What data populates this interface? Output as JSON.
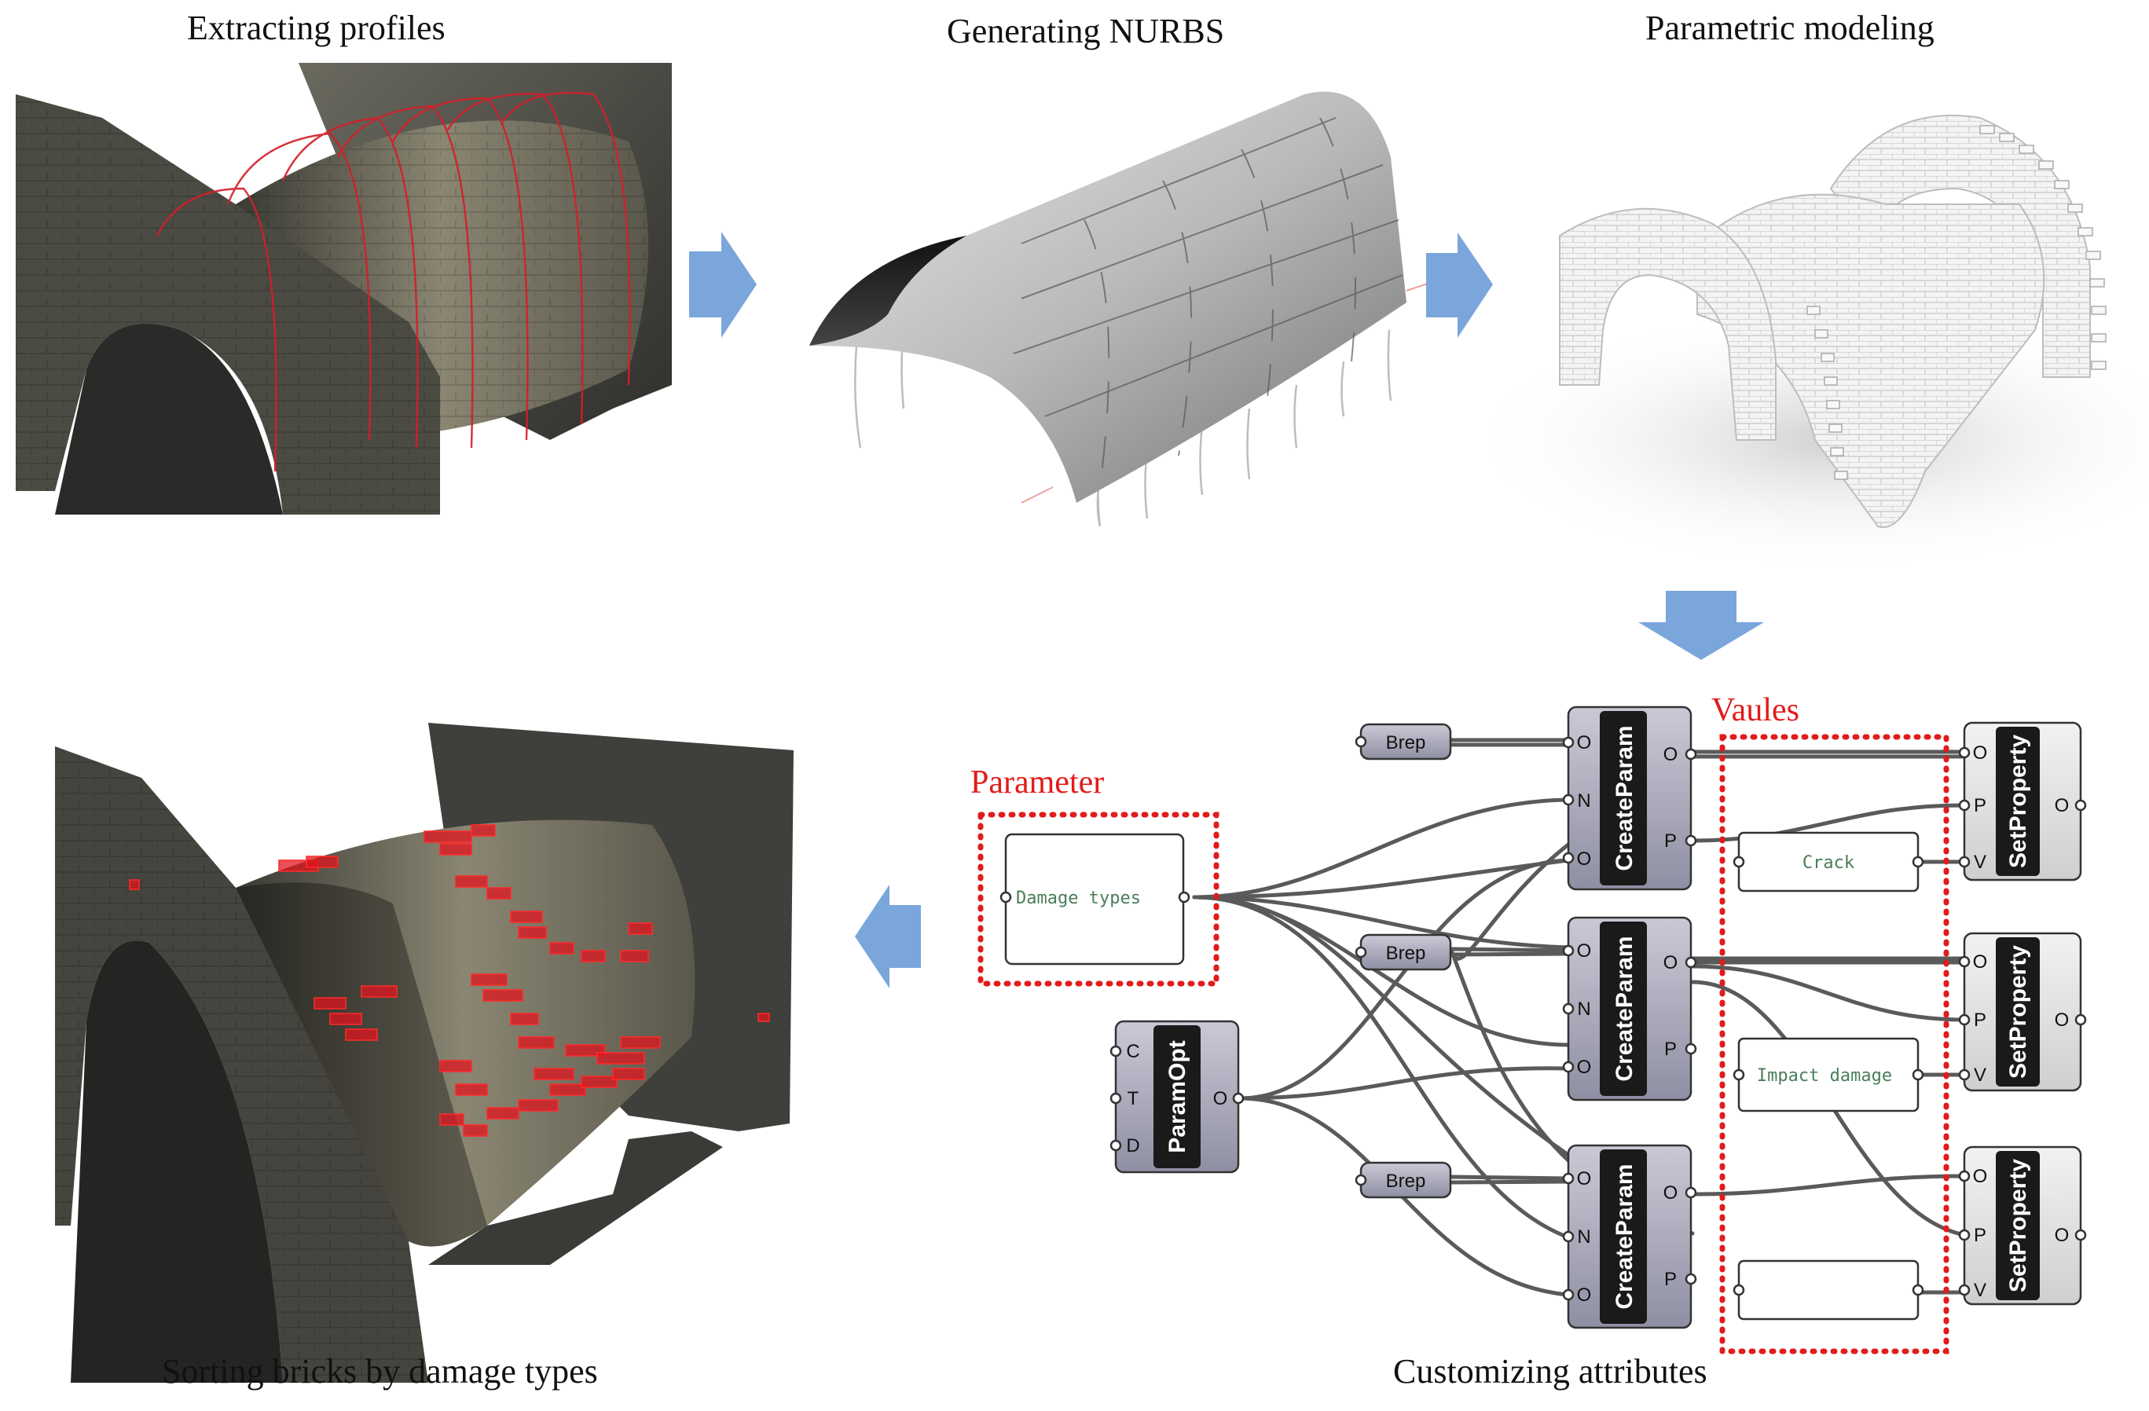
{
  "captions": {
    "extracting": "Extracting profiles",
    "nurbs": "Generating NURBS",
    "parametric": "Parametric modeling",
    "sorting": "Sorting bricks by damage types",
    "customizing": "Customizing attributes"
  },
  "labels": {
    "parameter": "Parameter",
    "values": "Vaules"
  },
  "grasshopper": {
    "param_panel_text": "Damage types",
    "param_opt": {
      "name": "ParamOpt",
      "inputs": [
        "C",
        "T",
        "D"
      ],
      "output": "O"
    },
    "brep_label": "Brep",
    "create_param": {
      "name": "CreateParam",
      "inputs": [
        "O",
        "N",
        "O"
      ],
      "outputs": [
        "O",
        "P"
      ]
    },
    "set_property": {
      "name": "SetProperty",
      "inputs": [
        "O",
        "P",
        "V"
      ],
      "output": "O"
    },
    "value_panels": [
      "Crack",
      "Impact damage",
      ""
    ]
  },
  "colors": {
    "arrow": "#7aa6dc",
    "dashed_box": "#e21b1b",
    "damage_marker": "#e0141e"
  }
}
